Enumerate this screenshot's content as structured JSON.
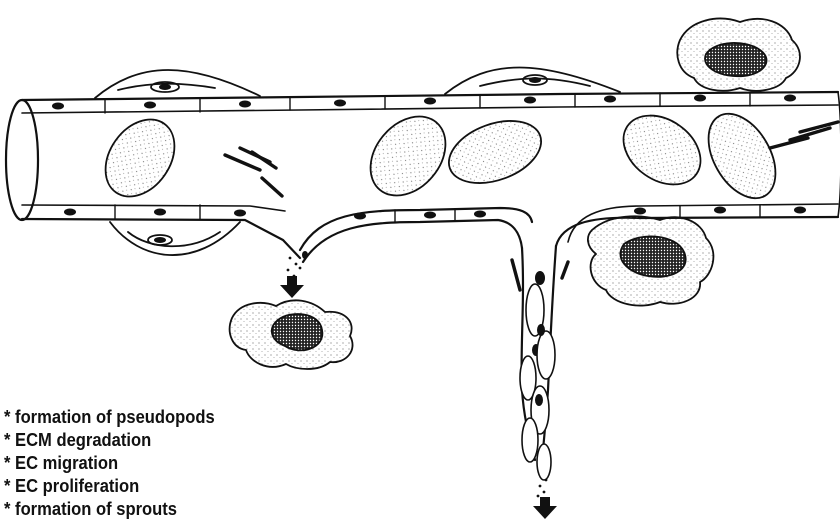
{
  "colors": {
    "ink": "#111111",
    "paper": "#ffffff",
    "stipple": "#555555"
  },
  "steps": [
    "formation of pseudopods",
    "ECM degradation",
    "EC migration",
    "EC proliferation",
    "formation of sprouts"
  ]
}
